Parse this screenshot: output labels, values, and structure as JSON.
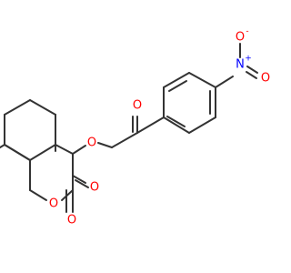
{
  "molecule": {
    "atoms": {
      "nitro_o_top": {
        "symbol": "O",
        "charge": "-"
      },
      "nitro_n": {
        "symbol": "N",
        "charge": "+"
      },
      "nitro_o_right": {
        "symbol": "O"
      },
      "ketone_o": {
        "symbol": "O"
      },
      "ester_o": {
        "symbol": "O"
      },
      "ester_carbonyl_o": {
        "symbol": "O"
      },
      "ring_o": {
        "symbol": "O"
      },
      "lactone_o": {
        "symbol": "O"
      }
    },
    "colors": {
      "bond": "#333333",
      "oxygen": "#ff0000",
      "nitrogen": "#0000ff"
    }
  }
}
